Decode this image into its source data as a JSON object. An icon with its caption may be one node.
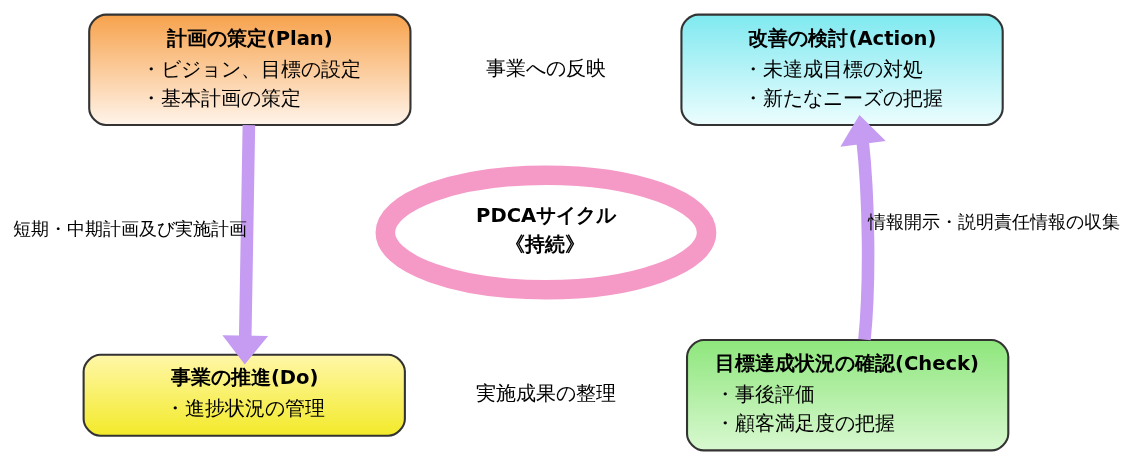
{
  "diagram": {
    "nodes": [
      {
        "text": [
          "計画の策定(Plan)",
          "・ビジョン、目標の設定",
          "・基本計画の策定"
        ]
      },
      {
        "text": [
          "改善の検討(Action)",
          "・未達成目標の対処",
          "・新たなニーズの把握"
        ]
      },
      {
        "text": [
          "PDCAサイクル",
          "《持続》"
        ]
      },
      {
        "text": [
          "事業の推進(Do)",
          "・進捗状況の管理"
        ]
      },
      {
        "text": [
          "目標達成状況の確認(Check)",
          "・事後評価",
          "・顧客満足度の把握"
        ]
      }
    ],
    "edges": [
      {
        "from": 0,
        "to": 3,
        "arrow": "to",
        "label": "短期・中期計画及び実施計画"
      },
      {
        "from": 4,
        "to": 1,
        "arrow": "to",
        "label": "情報開示・説明責任情報の収集"
      }
    ],
    "labels": [
      "事業への反映",
      "実施成果の整理"
    ]
  }
}
